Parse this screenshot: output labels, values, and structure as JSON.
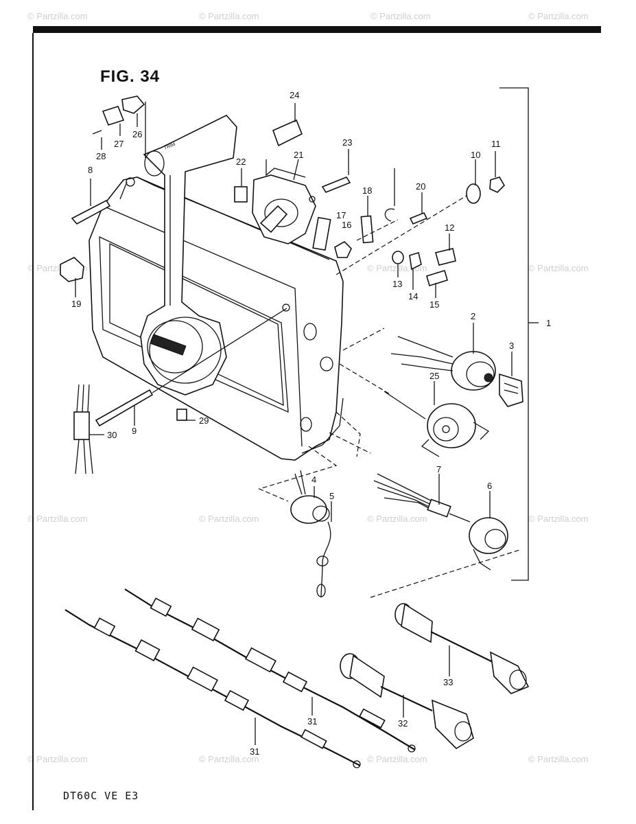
{
  "figure": {
    "title": "FIG. 34",
    "footer_code": "DT60C VE E3"
  },
  "watermark": "© Partzilla.com",
  "callouts": [
    {
      "id": "c1",
      "label": "1"
    },
    {
      "id": "c2",
      "label": "2"
    },
    {
      "id": "c3",
      "label": "3"
    },
    {
      "id": "c4",
      "label": "4"
    },
    {
      "id": "c5",
      "label": "5"
    },
    {
      "id": "c6",
      "label": "6"
    },
    {
      "id": "c7",
      "label": "7"
    },
    {
      "id": "c8",
      "label": "8"
    },
    {
      "id": "c9",
      "label": "9"
    },
    {
      "id": "c10",
      "label": "10"
    },
    {
      "id": "c11",
      "label": "11"
    },
    {
      "id": "c12",
      "label": "12"
    },
    {
      "id": "c13",
      "label": "13"
    },
    {
      "id": "c14",
      "label": "14"
    },
    {
      "id": "c15",
      "label": "15"
    },
    {
      "id": "c16",
      "label": "16"
    },
    {
      "id": "c17",
      "label": "17"
    },
    {
      "id": "c18",
      "label": "18"
    },
    {
      "id": "c19",
      "label": "19"
    },
    {
      "id": "c20",
      "label": "20"
    },
    {
      "id": "c21",
      "label": "21"
    },
    {
      "id": "c22",
      "label": "22"
    },
    {
      "id": "c23",
      "label": "23"
    },
    {
      "id": "c24",
      "label": "24"
    },
    {
      "id": "c25",
      "label": "25"
    },
    {
      "id": "c26",
      "label": "26"
    },
    {
      "id": "c27",
      "label": "27"
    },
    {
      "id": "c28",
      "label": "28"
    },
    {
      "id": "c29",
      "label": "29"
    },
    {
      "id": "c30",
      "label": "30"
    },
    {
      "id": "c31a",
      "label": "31"
    },
    {
      "id": "c31b",
      "label": "31"
    },
    {
      "id": "c32",
      "label": "32"
    },
    {
      "id": "c33",
      "label": "33"
    }
  ]
}
